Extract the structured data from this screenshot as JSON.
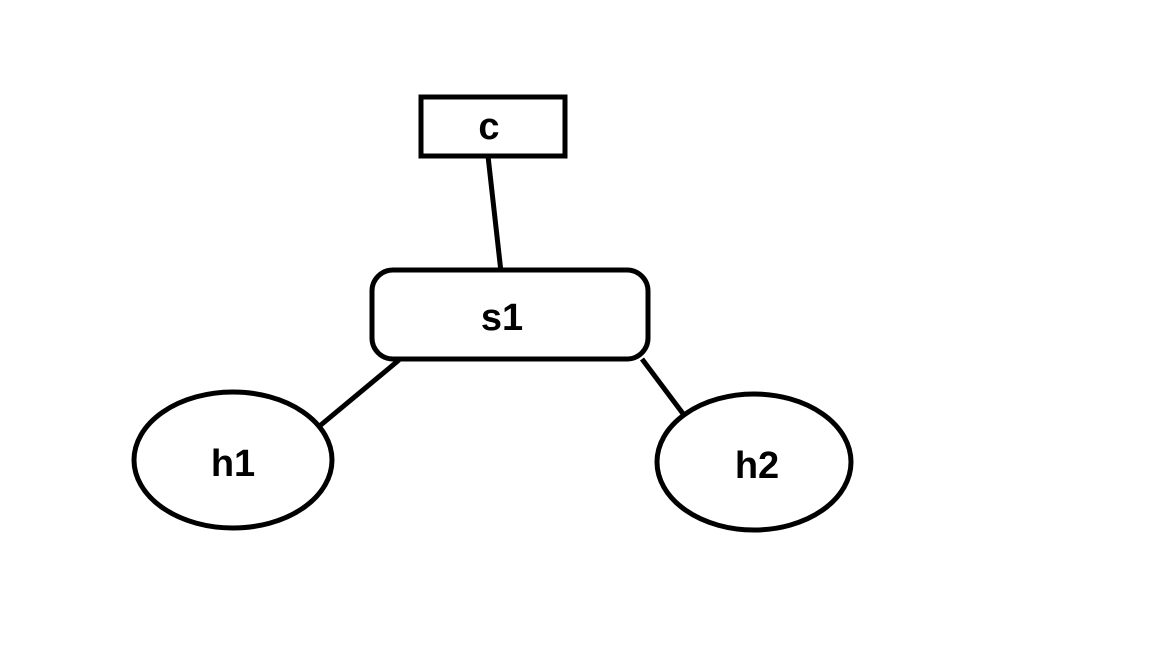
{
  "diagram": {
    "colors": {
      "background": "#ffffff",
      "stroke": "#000000",
      "text": "#000000"
    },
    "nodes": [
      {
        "id": "c",
        "label": "c",
        "shape": "rectangle"
      },
      {
        "id": "s1",
        "label": "s1",
        "shape": "rounded-rectangle"
      },
      {
        "id": "h1",
        "label": "h1",
        "shape": "ellipse"
      },
      {
        "id": "h2",
        "label": "h2",
        "shape": "ellipse"
      }
    ],
    "links": [
      {
        "from": "c",
        "to": "s1"
      },
      {
        "from": "s1",
        "to": "h1"
      },
      {
        "from": "s1",
        "to": "h2"
      }
    ]
  }
}
